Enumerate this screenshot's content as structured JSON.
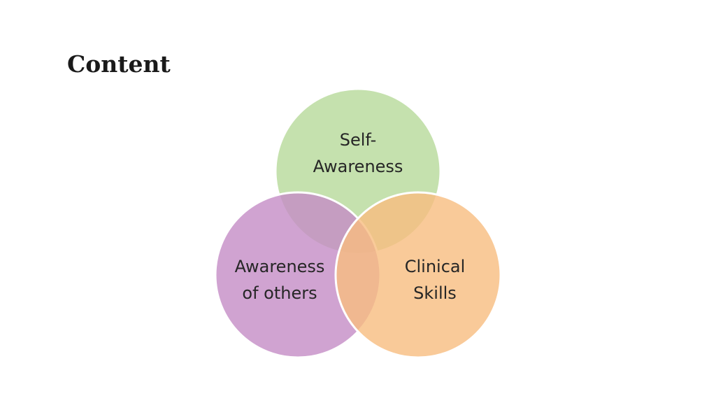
{
  "slide": {
    "title": "Content"
  },
  "venn": {
    "circles": [
      {
        "id": "self-awareness",
        "lines": [
          "Self-",
          "Awareness"
        ],
        "color": "#b7d99a"
      },
      {
        "id": "awareness-of-others",
        "lines": [
          "Awareness",
          "of others"
        ],
        "color": "#c48cc6"
      },
      {
        "id": "clinical-skills",
        "lines": [
          "Clinical",
          "Skills"
        ],
        "color": "#f8bd7f"
      }
    ],
    "outline_color": "#ffffff"
  }
}
